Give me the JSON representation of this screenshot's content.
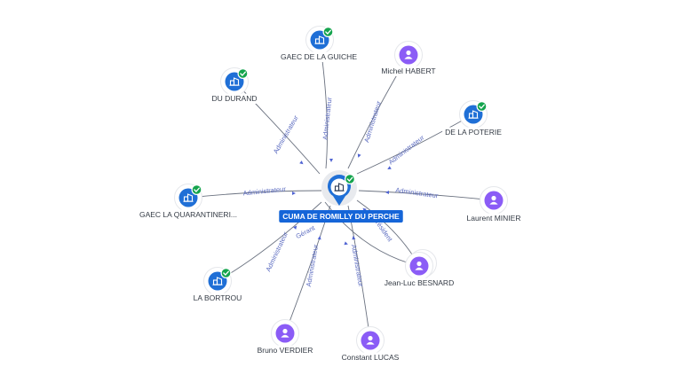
{
  "center": {
    "label": "CUMA DE ROMILLY DU PERCHE",
    "type": "company",
    "verified": true,
    "icon": "building-icon"
  },
  "nodes": [
    {
      "id": "gaec-guiche",
      "label": "GAEC DE LA GUICHE",
      "type": "company",
      "verified": true,
      "icon": "building-icon"
    },
    {
      "id": "michel-habert",
      "label": "Michel HABERT",
      "type": "person",
      "verified": false,
      "icon": "person-icon"
    },
    {
      "id": "du-durand",
      "label": "DU DURAND",
      "type": "company",
      "verified": true,
      "icon": "building-icon"
    },
    {
      "id": "de-la-poterie",
      "label": "DE LA POTERIE",
      "type": "company",
      "verified": true,
      "icon": "building-icon"
    },
    {
      "id": "gaec-quarantiniere",
      "label": "GAEC LA QUARANTINERI...",
      "type": "company",
      "verified": true,
      "icon": "building-icon"
    },
    {
      "id": "laurent-minier",
      "label": "Laurent MINIER",
      "type": "person",
      "verified": false,
      "icon": "person-icon"
    },
    {
      "id": "jean-luc-besnard",
      "label": "Jean-Luc BESNARD",
      "type": "person",
      "verified": false,
      "icon": "person-icon",
      "stacked": true
    },
    {
      "id": "la-bortrou",
      "label": "LA BORTROU",
      "type": "company",
      "verified": true,
      "icon": "building-icon"
    },
    {
      "id": "bruno-verdier",
      "label": "Bruno VERDIER",
      "type": "person",
      "verified": false,
      "icon": "person-icon"
    },
    {
      "id": "constant-lucas",
      "label": "Constant LUCAS",
      "type": "person",
      "verified": false,
      "icon": "person-icon"
    }
  ],
  "edges": [
    {
      "to": "gaec-guiche",
      "label": "Administrateur"
    },
    {
      "to": "michel-habert",
      "label": "Administrateur"
    },
    {
      "to": "du-durand",
      "label": "Administrateur"
    },
    {
      "to": "de-la-poterie",
      "label": "Administrateur"
    },
    {
      "to": "gaec-quarantiniere",
      "label": "Administrateur"
    },
    {
      "to": "laurent-minier",
      "label": "Administrateur"
    },
    {
      "to": "jean-luc-besnard",
      "label": "Président"
    },
    {
      "to": "jean-luc-besnard",
      "label": "Gérant"
    },
    {
      "to": "la-bortrou",
      "label": "Administrateur"
    },
    {
      "to": "bruno-verdier",
      "label": "Administrateur"
    },
    {
      "to": "constant-lucas",
      "label": "Administrateur"
    }
  ],
  "colors": {
    "company": "#1f6fd6",
    "person": "#8b5cf6",
    "verified": "#14a44d",
    "edge_label": "#5b6bc0",
    "center_label_bg": "#1565d8"
  }
}
